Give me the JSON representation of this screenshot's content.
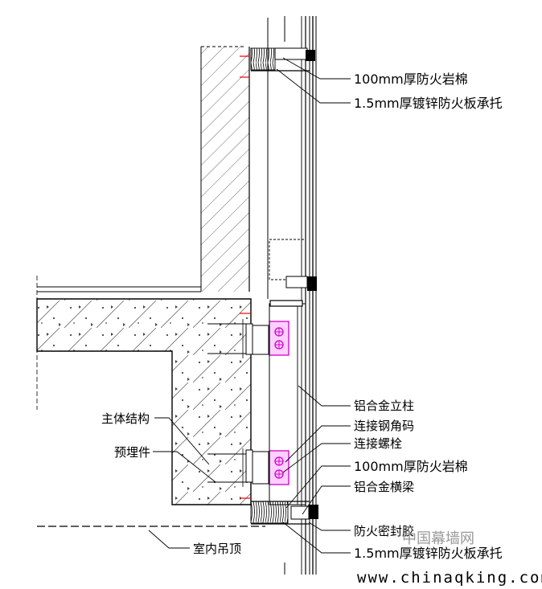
{
  "labels": {
    "top_rock_wool": "100mm厚防火岩棉",
    "top_galv_board": "1.5mm厚镀锌防火板承托",
    "mullion": "铝合金立柱",
    "steel_angle": "连接钢角码",
    "bolt": "连接螺栓",
    "bottom_rock_wool": "100mm厚防火岩棉",
    "transom": "铝合金横梁",
    "main_structure": "主体结构",
    "embedded_part": "预埋件",
    "fire_sealant": "防火密封胶",
    "bottom_galv_board": "1.5mm厚镀锌防火板承托",
    "ceiling": "室内吊顶"
  },
  "watermark": {
    "url": "www.chinaqking.com",
    "cn": "中国幕墙网"
  }
}
